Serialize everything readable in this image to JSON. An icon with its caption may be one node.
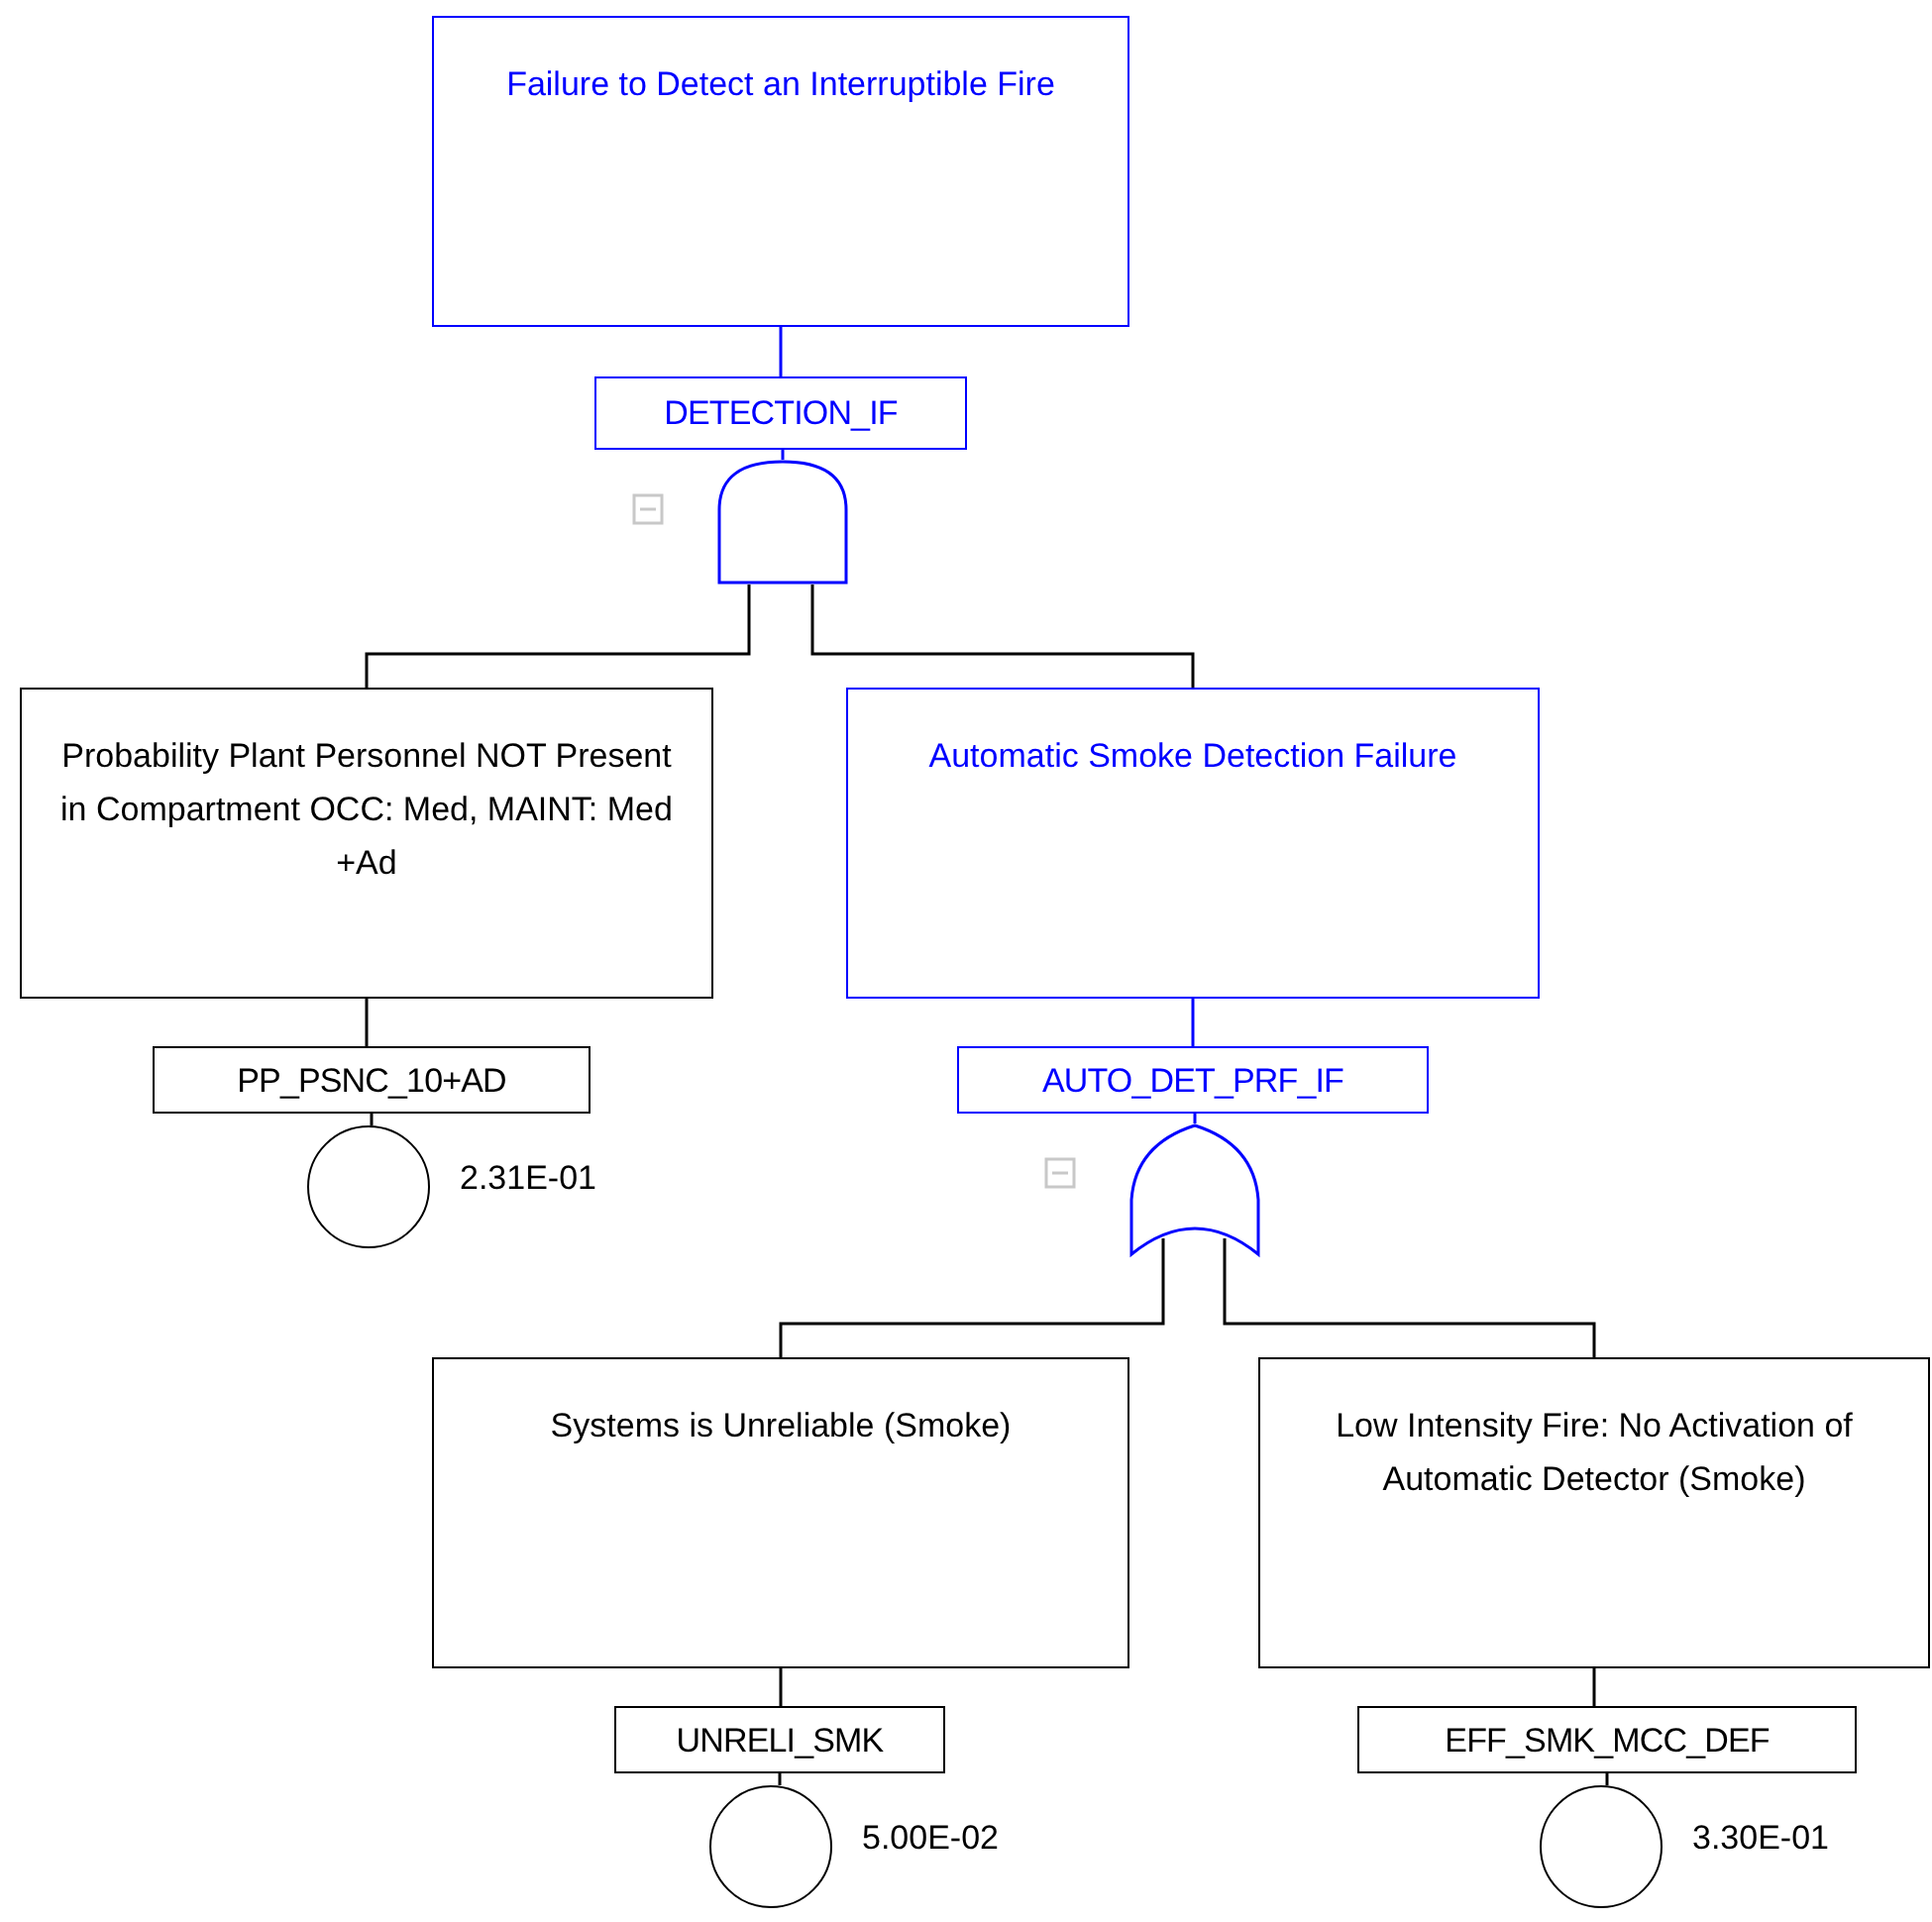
{
  "diagram": {
    "nodes": [
      {
        "text": [
          "Failure to Detect an Interruptible Fire"
        ]
      },
      {
        "text": [
          "DETECTION_IF"
        ]
      },
      {
        "text": [],
        "shape": "gate"
      },
      {
        "text": [
          "Probability Plant Personnel NOT Present in Compartment OCC: Med, MAINT: Med +Ad"
        ]
      },
      {
        "text": [
          "PP_PSNC_10+AD"
        ]
      },
      {
        "text": [],
        "shape": "circle",
        "beside": [
          "2.31E-01"
        ]
      },
      {
        "text": [
          "Automatic Smoke Detection Failure"
        ]
      },
      {
        "text": [
          "AUTO_DET_PRF_IF"
        ]
      },
      {
        "text": [],
        "shape": "gate"
      },
      {
        "text": [
          "Systems is Unreliable (Smoke)"
        ]
      },
      {
        "text": [
          "UNRELI_SMK"
        ]
      },
      {
        "text": [],
        "shape": "circle",
        "beside": [
          "5.00E-02"
        ]
      },
      {
        "text": [
          "Low Intensity Fire: No Activation of Automatic Detector (Smoke)"
        ]
      },
      {
        "text": [
          "EFF_SMK_MCC_DEF"
        ]
      },
      {
        "text": [],
        "shape": "circle",
        "beside": [
          "3.30E-01"
        ]
      }
    ],
    "edges": [
      {
        "from": 0,
        "to": 1,
        "arrow": "none",
        "color": "#0000ff"
      },
      {
        "from": 1,
        "to": 2,
        "arrow": "none",
        "color": "#0000ff"
      },
      {
        "from": 2,
        "to": 3,
        "arrow": "none"
      },
      {
        "from": 2,
        "to": 6,
        "arrow": "none"
      },
      {
        "from": 3,
        "to": 4,
        "arrow": "none"
      },
      {
        "from": 4,
        "to": 5,
        "arrow": "none"
      },
      {
        "from": 6,
        "to": 7,
        "arrow": "none",
        "color": "#0000ff"
      },
      {
        "from": 7,
        "to": 8,
        "arrow": "none",
        "color": "#0000ff"
      },
      {
        "from": 8,
        "to": 9,
        "arrow": "none"
      },
      {
        "from": 8,
        "to": 12,
        "arrow": "none"
      },
      {
        "from": 9,
        "to": 10,
        "arrow": "none"
      },
      {
        "from": 10,
        "to": 11,
        "arrow": "none"
      },
      {
        "from": 12,
        "to": 13,
        "arrow": "none"
      },
      {
        "from": 13,
        "to": 14,
        "arrow": "none"
      }
    ]
  }
}
